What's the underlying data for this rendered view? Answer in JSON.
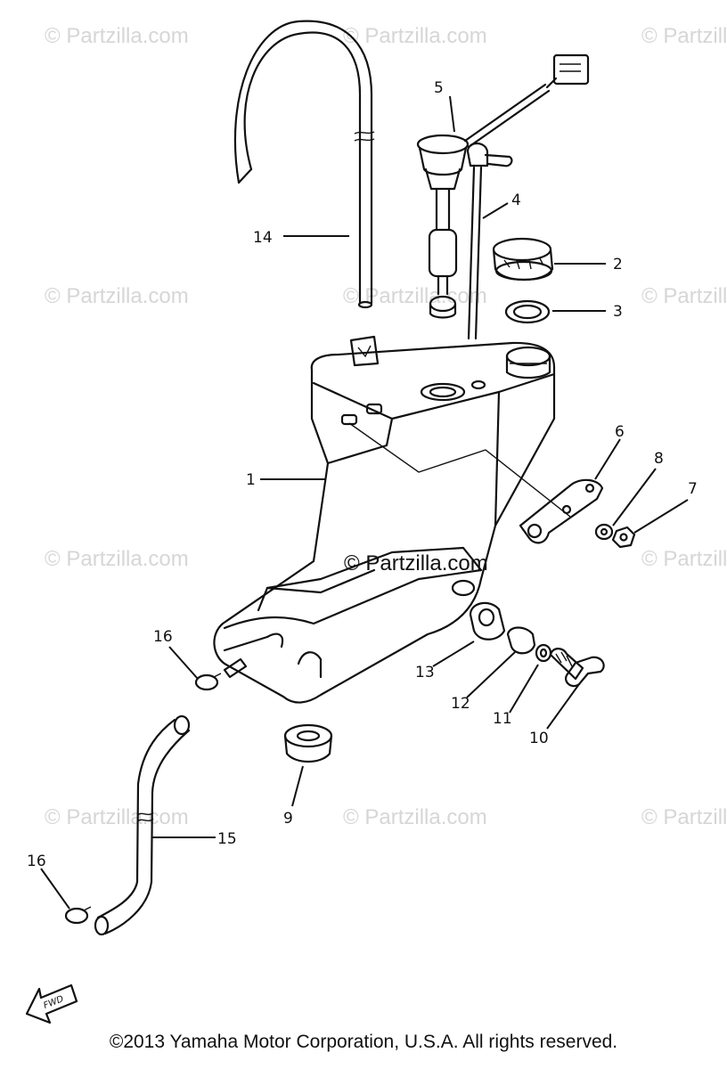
{
  "watermark": "© Partzilla.com",
  "center_stamp": "© Partzilla.com",
  "fwd_label": "FWD",
  "callouts": {
    "c1": "1",
    "c2": "2",
    "c3": "3",
    "c4": "4",
    "c5": "5",
    "c6": "6",
    "c7": "7",
    "c8": "8",
    "c9": "9",
    "c10": "10",
    "c11": "11",
    "c12": "12",
    "c13": "13",
    "c14": "14",
    "c15": "15",
    "c16a": "16",
    "c16b": "16"
  },
  "footer": "©2013  Yamaha Motor Corporation, U.S.A. All rights reserved."
}
